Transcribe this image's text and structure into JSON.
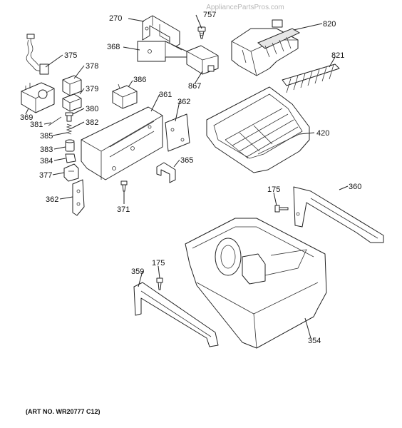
{
  "watermark": "AppliancePartsPros.com",
  "art_number": "(ART NO. WR20777 C12)",
  "callouts": {
    "p270": "270",
    "p757": "757",
    "p820": "820",
    "p368": "368",
    "p375": "375",
    "p821": "821",
    "p378": "378",
    "p867": "867",
    "p386": "386",
    "p379": "379",
    "p361": "361",
    "p362a": "362",
    "p369": "369",
    "p380": "380",
    "p381": "381",
    "p382": "382",
    "p420": "420",
    "p385": "385",
    "p383": "383",
    "p384": "384",
    "p365": "365",
    "p377": "377",
    "p175a": "175",
    "p360": "360",
    "p362b": "362",
    "p371": "371",
    "p175b": "175",
    "p359": "359",
    "p354": "354"
  }
}
